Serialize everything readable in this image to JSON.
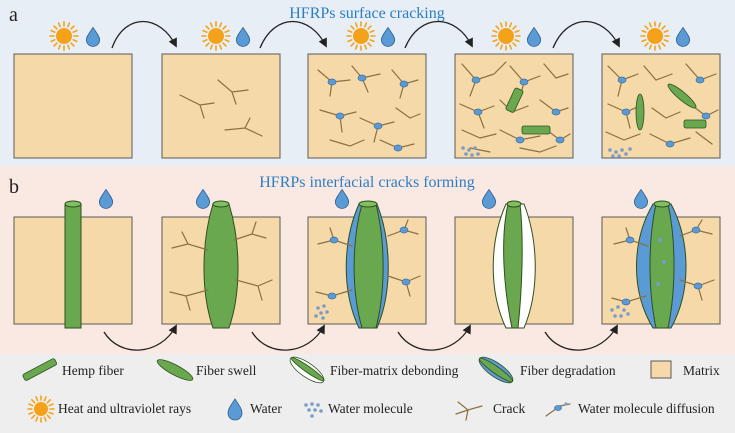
{
  "panel_a": {
    "label": "a",
    "title": "HFRPs surface cracking"
  },
  "panel_b": {
    "label": "b",
    "title": "HFRPs interfacial cracks forming"
  },
  "legend": {
    "hemp_fiber": "Hemp fiber",
    "fiber_swell": "Fiber swell",
    "fiber_matrix_debonding": "Fiber-matrix debonding",
    "fiber_degradation": "Fiber degradation",
    "matrix": "Matrix",
    "heat_uv": "Heat and ultraviolet rays",
    "water": "Water",
    "water_molecule": "Water molecule",
    "crack": "Crack",
    "water_diffusion": "Water molecule diffusion"
  },
  "colors": {
    "matrix_fill": "#f5d9a8",
    "matrix_edge": "#5a5a5a",
    "fiber_green": "#6aa84f",
    "water_blue": "#5b9bd5",
    "crack_brown": "#8b7040",
    "sun_orange": "#f4a21a",
    "panel_a_bg": "#e8eef5",
    "panel_b_bg": "#fae8e2",
    "legend_bg": "#eeeeee",
    "title_blue": "#2d7fc4"
  }
}
